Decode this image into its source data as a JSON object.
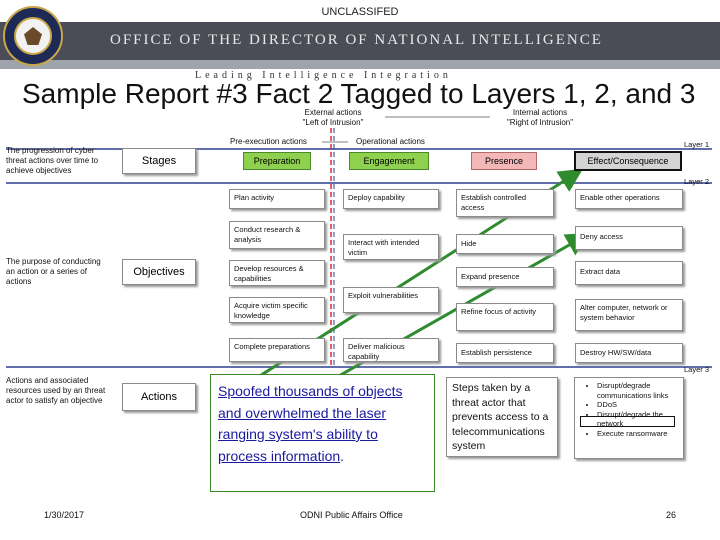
{
  "classification": "UNCLASSIFED",
  "header": {
    "title": "OFFICE OF THE DIRECTOR OF NATIONAL INTELLIGENCE",
    "subtitle": "Leading Intelligence Integration"
  },
  "slide_title": "Sample Report #3 Fact 2 Tagged to Layers 1, 2, and 3",
  "boundaries": {
    "external": "External actions\n\"Left of Intrusion\"",
    "internal": "Internal actions\n\"Right of Intrusion\"",
    "pre_execution": "Pre-execution actions",
    "operational": "Operational actions"
  },
  "layers": {
    "layer1": "Layer 1",
    "layer2": "Layer 2",
    "layer3": "Layer 3"
  },
  "rows": {
    "stages": {
      "desc": "The progression of cyber threat actions over time to achieve objectives",
      "label": "Stages"
    },
    "objectives": {
      "desc": "The purpose of conducting an action or a series of actions",
      "label": "Objectives"
    },
    "actions": {
      "desc": "Actions and associated resources used by an threat actor to satisfy an objective",
      "label": "Actions"
    }
  },
  "stages": [
    "Preparation",
    "Engagement",
    "Presence",
    "Effect/Consequence"
  ],
  "objectives": {
    "col1": [
      "Plan activity",
      "Conduct research & analysis",
      "Develop resources & capabilities",
      "Acquire victim specific knowledge",
      "Complete preparations"
    ],
    "col2": [
      "Deploy capability",
      "Interact with intended victim",
      "Exploit vulnerabilities",
      "Deliver malicious capability"
    ],
    "col3": [
      "Establish controlled access",
      "Hide",
      "Expand presence",
      "Refine focus of activity",
      "Establish persistence"
    ],
    "col4": [
      "Enable other operations",
      "Deny access",
      "Extract data",
      "Alter computer, network or system behavior",
      "Destroy HW/SW/data"
    ]
  },
  "actions": {
    "main": "Spoofed thousands of objects and overwhelmed the laser ranging system's ability to process information",
    "main_period": ".",
    "steps": "Steps taken by a threat actor that prevents access to a telecommunications system",
    "bullets": [
      "Disrupt/degrade communications links",
      "DDoS",
      "Disrupt/degrade the network",
      "Execute ransomware"
    ]
  },
  "footer": {
    "date": "1/30/2017",
    "office": "ODNI Public Affairs Office",
    "page": "26"
  },
  "colors": {
    "green": "#8fd14f",
    "pink": "#f4b7b7",
    "arrow": "#2e8b2e",
    "boundary": "#2f3f8f",
    "dashed": "#d03030"
  }
}
